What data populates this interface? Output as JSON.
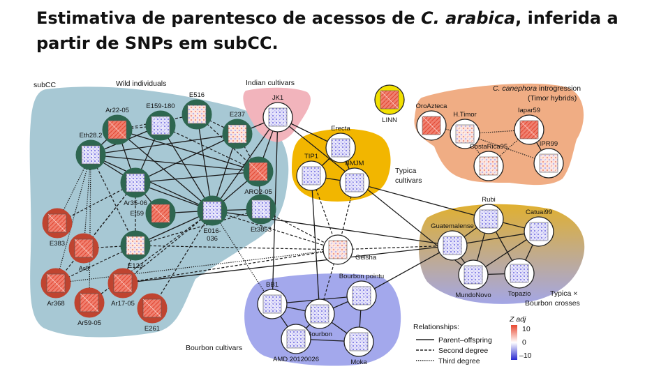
{
  "title": {
    "prefix": " Estimativa de parentesco de acessos de ",
    "species": "C. arabica",
    "suffix": ", inferida a partir de SNPs em subCC."
  },
  "colors": {
    "wild_bg": "#a7c8d4",
    "indian_bg": "#f2b4bc",
    "typica_bg": "#f2b600",
    "canephora_bg": "#f0ad84",
    "crosses_top": "#e0b030",
    "crosses_bottom": "#a3a6e6",
    "bourbon_bg": "#a3a8ec",
    "linn_bg": "#f2e000",
    "green_node": "#2e6650",
    "red_node": "#bf4430",
    "white_node": "#ffffff"
  },
  "groups": {
    "subcc": "subCC",
    "wild": "Wild individuals",
    "indian": "Indian cultivars",
    "typica_1": "Typica",
    "typica_2": "cultivars",
    "canephora_species": "C. canephora",
    "canephora_rest": " introgression",
    "canephora_2": "(Timor hybrids)",
    "crosses_1": "Typica ×",
    "crosses_2": "Bourbon crosses",
    "bourbon": "Bourbon cultivars"
  },
  "nodes": [
    {
      "id": "Ar22-05",
      "label": "Ar22-05",
      "ring": "green",
      "heat": "red"
    },
    {
      "id": "E159-180",
      "label": "E159-180",
      "ring": "green",
      "heat": "blue"
    },
    {
      "id": "E516",
      "label": "E516",
      "ring": "green",
      "heat": "mixed"
    },
    {
      "id": "E237",
      "label": "E237",
      "ring": "green",
      "heat": "mixed"
    },
    {
      "id": "Eth28.2",
      "label": "Eth28.2",
      "ring": "green",
      "heat": "blue"
    },
    {
      "id": "ARO2-05",
      "label": "ARO2-05",
      "ring": "green",
      "heat": "red"
    },
    {
      "id": "Ar35-06",
      "label": "Ar35-06",
      "ring": "green",
      "heat": "blue"
    },
    {
      "id": "Et59",
      "label": "Et59",
      "ring": "green",
      "heat": "red"
    },
    {
      "id": "E016",
      "label": "E016-",
      "label2": "036",
      "ring": "green",
      "heat": "blue"
    },
    {
      "id": "Et3853",
      "label": "Et3853",
      "ring": "green",
      "heat": "blue"
    },
    {
      "id": "E123",
      "label": "E123",
      "ring": "green",
      "heat": "mixed"
    },
    {
      "id": "E383",
      "label": "E383",
      "ring": "red",
      "heat": "red"
    },
    {
      "id": "Ar8",
      "label": "Ar8",
      "ring": "red",
      "heat": "red"
    },
    {
      "id": "Ar368",
      "label": "Ar368",
      "ring": "red",
      "heat": "red"
    },
    {
      "id": "Ar59-05",
      "label": "Ar59-05",
      "ring": "red",
      "heat": "red"
    },
    {
      "id": "Ar17-05",
      "label": "Ar17-05",
      "ring": "red",
      "heat": "red"
    },
    {
      "id": "E261",
      "label": "E261",
      "ring": "red",
      "heat": "red"
    },
    {
      "id": "JK1",
      "label": "JK1",
      "ring": "white",
      "heat": "blue"
    },
    {
      "id": "LINN",
      "label": "LINN",
      "ring": "linn",
      "heat": "red"
    },
    {
      "id": "Erecta",
      "label": "Erecta",
      "ring": "white",
      "heat": "blue"
    },
    {
      "id": "TIP1",
      "label": "TIP1",
      "ring": "white",
      "heat": "blue"
    },
    {
      "id": "BMJM",
      "label": "BMJM",
      "ring": "white",
      "heat": "blue"
    },
    {
      "id": "OroAzteca",
      "label": "OroAzteca",
      "ring": "white",
      "heat": "red"
    },
    {
      "id": "H.Timor",
      "label": "H.Timor",
      "ring": "white",
      "heat": "mixed"
    },
    {
      "id": "Iapar59",
      "label": "Iapar59",
      "ring": "white",
      "heat": "red"
    },
    {
      "id": "IPR99",
      "label": "IPR99",
      "ring": "white",
      "heat": "mixed"
    },
    {
      "id": "CostaRica95",
      "label": "CostaRica95",
      "ring": "white",
      "heat": "mixed"
    },
    {
      "id": "Geisha",
      "label": "Geisha",
      "ring": "white",
      "heat": "mixed"
    },
    {
      "id": "Rubi",
      "label": "Rubi",
      "ring": "white",
      "heat": "blue"
    },
    {
      "id": "Catuai99",
      "label": "Catuai99",
      "ring": "white",
      "heat": "blue"
    },
    {
      "id": "Guatemalense",
      "label": "Guatemalense",
      "ring": "white",
      "heat": "blue"
    },
    {
      "id": "MundoNovo",
      "label": "MundoNovo",
      "ring": "white",
      "heat": "blue"
    },
    {
      "id": "Topazio",
      "label": "Topazio",
      "ring": "white",
      "heat": "blue"
    },
    {
      "id": "BB1",
      "label": "BB1",
      "ring": "white",
      "heat": "blue"
    },
    {
      "id": "BourbonPointu",
      "label": "Bourbon pointu",
      "ring": "white",
      "heat": "blue"
    },
    {
      "id": "Bourbon",
      "label": "Bourbon",
      "ring": "white",
      "heat": "blue"
    },
    {
      "id": "AMD",
      "label": "AMD 20120026",
      "ring": "white",
      "heat": "blue"
    },
    {
      "id": "Moka",
      "label": "Moka",
      "ring": "white",
      "heat": "blue"
    }
  ],
  "edges": [
    [
      "Ar22-05",
      "E159-180",
      "dash"
    ],
    [
      "Ar22-05",
      "Eth28.2",
      "solid"
    ],
    [
      "Ar22-05",
      "Ar35-06",
      "solid"
    ],
    [
      "Ar22-05",
      "E016",
      "solid"
    ],
    [
      "Ar22-05",
      "ARO2-05",
      "solid"
    ],
    [
      "Ar22-05",
      "E516",
      "dash"
    ],
    [
      "E159-180",
      "E016",
      "solid"
    ],
    [
      "E159-180",
      "Ar35-06",
      "solid"
    ],
    [
      "E159-180",
      "ARO2-05",
      "dash"
    ],
    [
      "E159-180",
      "Eth28.2",
      "solid"
    ],
    [
      "E516",
      "E237",
      "dash"
    ],
    [
      "E516",
      "E016",
      "solid"
    ],
    [
      "E516",
      "ARO2-05",
      "dash"
    ],
    [
      "E237",
      "E016",
      "solid"
    ],
    [
      "E237",
      "Ar35-06",
      "solid"
    ],
    [
      "E237",
      "ARO2-05",
      "dash"
    ],
    [
      "E237",
      "JK1",
      "solid"
    ],
    [
      "E237",
      "Eth28.2",
      "solid"
    ],
    [
      "Eth28.2",
      "Ar35-06",
      "solid"
    ],
    [
      "Eth28.2",
      "E016",
      "solid"
    ],
    [
      "Eth28.2",
      "ARO2-05",
      "solid"
    ],
    [
      "Eth28.2",
      "E383",
      "dot"
    ],
    [
      "Eth28.2",
      "Ar8",
      "dot"
    ],
    [
      "Eth28.2",
      "Ar368",
      "dot"
    ],
    [
      "Eth28.2",
      "Ar59-05",
      "dot"
    ],
    [
      "Eth28.2",
      "E123",
      "dash"
    ],
    [
      "Ar35-06",
      "E016",
      "solid"
    ],
    [
      "Ar35-06",
      "ARO2-05",
      "solid"
    ],
    [
      "Ar35-06",
      "Et59",
      "solid"
    ],
    [
      "Ar35-06",
      "E383",
      "dash"
    ],
    [
      "Ar35-06",
      "Ar8",
      "dash"
    ],
    [
      "Ar35-06",
      "Ar368",
      "dash"
    ],
    [
      "Ar35-06",
      "E123",
      "dash"
    ],
    [
      "E016",
      "Et59",
      "solid"
    ],
    [
      "E016",
      "Et3853",
      "solid"
    ],
    [
      "E016",
      "ARO2-05",
      "solid"
    ],
    [
      "E016",
      "E123",
      "solid"
    ],
    [
      "E016",
      "Ar17-05",
      "dash"
    ],
    [
      "E016",
      "E261",
      "dash"
    ],
    [
      "E016",
      "Ar59-05",
      "dash"
    ],
    [
      "E016",
      "BB1",
      "dot"
    ],
    [
      "E016",
      "Geisha",
      "dash"
    ],
    [
      "E016",
      "JK1",
      "solid"
    ],
    [
      "E016",
      "Guatemalense",
      "solid"
    ],
    [
      "ARO2-05",
      "Et3853",
      "solid"
    ],
    [
      "ARO2-05",
      "JK1",
      "solid"
    ],
    [
      "Et3853",
      "Geisha",
      "dash"
    ],
    [
      "Et3853",
      "E123",
      "dash"
    ],
    [
      "E123",
      "Ar8",
      "dash"
    ],
    [
      "E123",
      "Ar368",
      "dash"
    ],
    [
      "E123",
      "Geisha",
      "dash"
    ],
    [
      "E123",
      "Ar17-05",
      "dash"
    ],
    [
      "Ar17-05",
      "Geisha",
      "dash"
    ],
    [
      "Ar17-05",
      "Guatemalense",
      "solid"
    ],
    [
      "Ar368",
      "Geisha",
      "dot"
    ],
    [
      "JK1",
      "Erecta",
      "solid"
    ],
    [
      "JK1",
      "BB1",
      "solid"
    ],
    [
      "JK1",
      "MundoNovo",
      "solid"
    ],
    [
      "Erecta",
      "TIP1",
      "solid"
    ],
    [
      "Erecta",
      "BMJM",
      "solid"
    ],
    [
      "TIP1",
      "BMJM",
      "solid"
    ],
    [
      "TIP1",
      "Bourbon",
      "solid"
    ],
    [
      "BMJM",
      "Rubi",
      "solid"
    ],
    [
      "BMJM",
      "Geisha",
      "dash"
    ],
    [
      "TIP1",
      "Geisha",
      "dash"
    ],
    [
      "Geisha",
      "Guatemalense",
      "dash"
    ],
    [
      "Geisha",
      "Bourbon",
      "dash"
    ],
    [
      "BourbonPointu",
      "Guatemalense",
      "solid"
    ],
    [
      "BourbonPointu",
      "Bourbon",
      "solid"
    ],
    [
      "BourbonPointu",
      "BB1",
      "solid"
    ],
    [
      "BourbonPointu",
      "Moka",
      "solid"
    ],
    [
      "BB1",
      "Bourbon",
      "solid"
    ],
    [
      "BB1",
      "AMD",
      "solid"
    ],
    [
      "Bourbon",
      "AMD",
      "solid"
    ],
    [
      "Bourbon",
      "Moka",
      "solid"
    ],
    [
      "AMD",
      "Moka",
      "solid"
    ],
    [
      "Rubi",
      "Guatemalense",
      "solid"
    ],
    [
      "Rubi",
      "Catuai99",
      "solid"
    ],
    [
      "Rubi",
      "MundoNovo",
      "solid"
    ],
    [
      "Rubi",
      "Topazio",
      "solid"
    ],
    [
      "Catuai99",
      "Guatemalense",
      "solid"
    ],
    [
      "Catuai99",
      "MundoNovo",
      "solid"
    ],
    [
      "Catuai99",
      "Topazio",
      "solid"
    ],
    [
      "Guatemalense",
      "MundoNovo",
      "solid"
    ],
    [
      "MundoNovo",
      "Topazio",
      "solid"
    ],
    [
      "OroAzteca",
      "H.Timor",
      "dot"
    ],
    [
      "H.Timor",
      "Iapar59",
      "dot"
    ],
    [
      "H.Timor",
      "IPR99",
      "dot"
    ],
    [
      "Iapar59",
      "IPR99",
      "solid"
    ],
    [
      "Iapar59",
      "CostaRica95",
      "dot"
    ],
    [
      "CostaRica95",
      "H.Timor",
      "dot"
    ]
  ],
  "legend": {
    "title": "Relationships:",
    "items": [
      {
        "label": "Parent–offspring",
        "style": "solid"
      },
      {
        "label": "Second degree",
        "style": "dash"
      },
      {
        "label": "Third degree",
        "style": "dot"
      }
    ],
    "scale_title": "Z adj",
    "scale_ticks": [
      "10",
      "0",
      "–10"
    ]
  }
}
